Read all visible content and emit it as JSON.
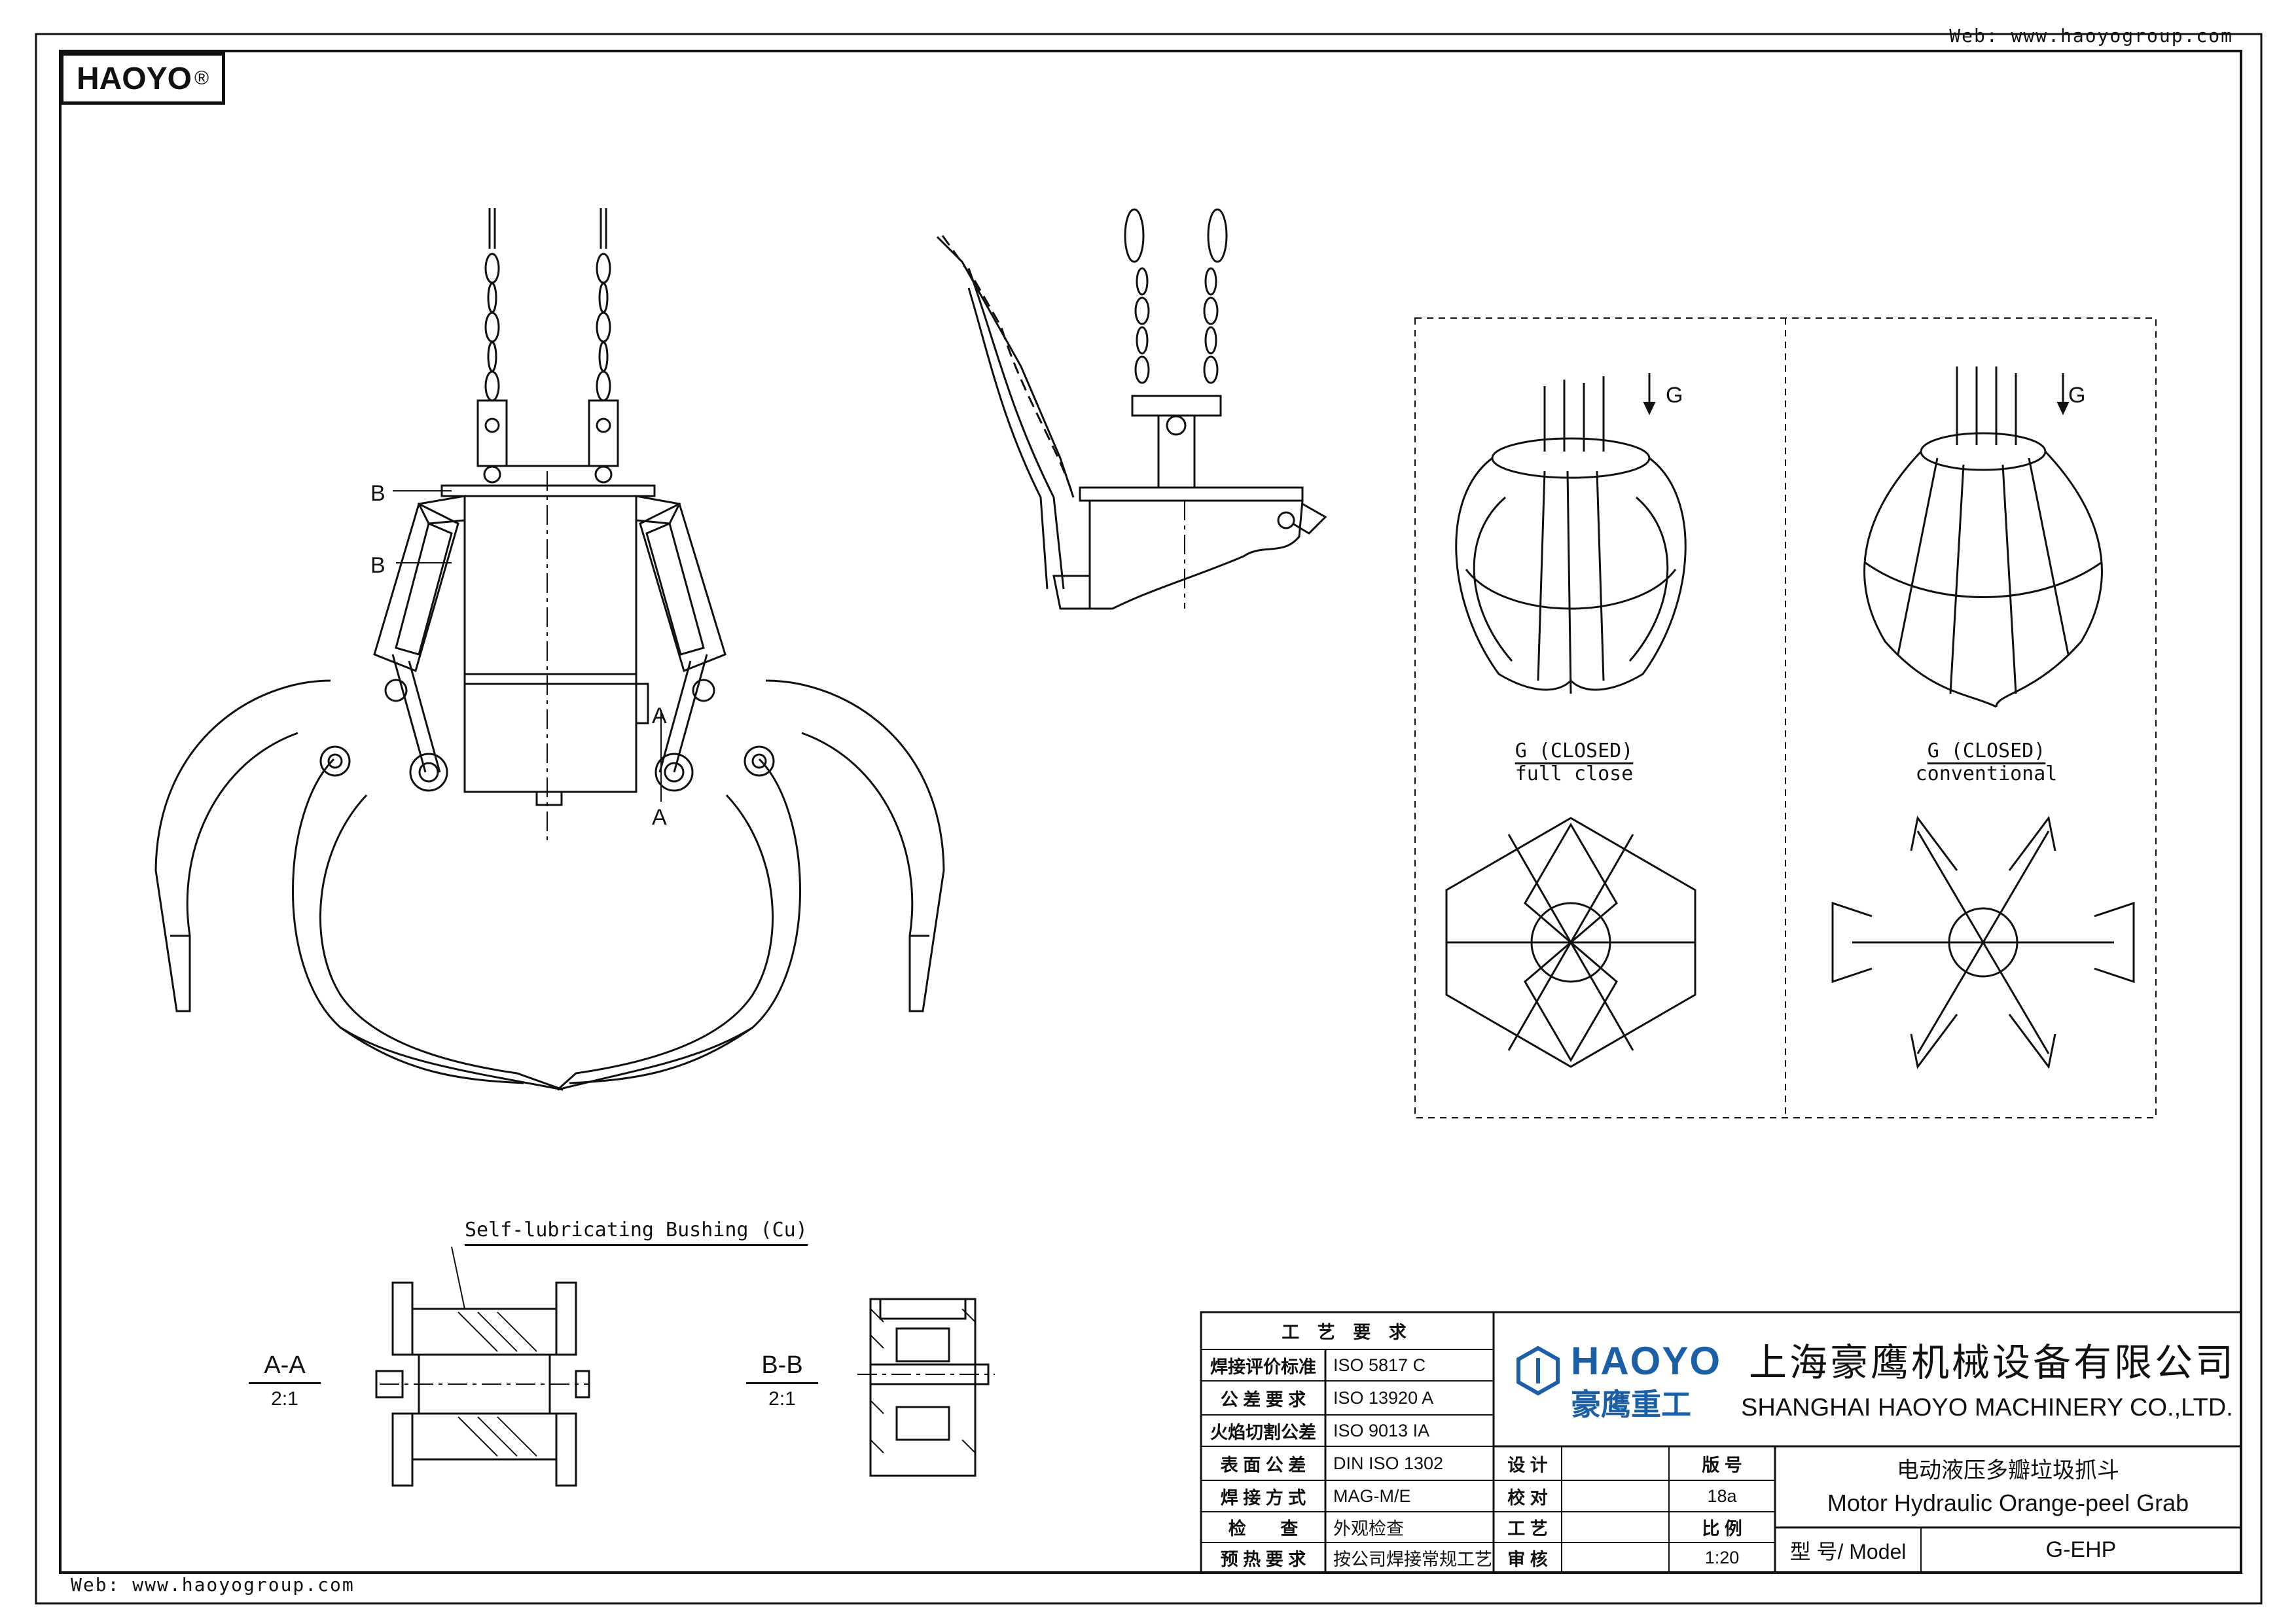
{
  "header": {
    "web_top": "Web: www.haoyogroup.com",
    "web_bottom": "Web: www.haoyogroup.com"
  },
  "logo": {
    "text": "HAOYO",
    "mark": "®"
  },
  "front_view": {
    "label_b1": "B",
    "label_b2": "B",
    "label_a1": "A",
    "label_a2": "A"
  },
  "iso_views": {
    "direction_label": "G",
    "left": {
      "title": "G  (CLOSED)",
      "subtitle": "full close"
    },
    "right": {
      "title": "G  (CLOSED)",
      "subtitle": "conventional"
    }
  },
  "details": {
    "bushing_label": "Self-lubricating Bushing (Cu)",
    "section_aa": {
      "name": "A-A",
      "scale": "2:1"
    },
    "section_bb": {
      "name": "B-B",
      "scale": "2:1"
    }
  },
  "title_block": {
    "process_header": "工 艺 要 求",
    "process_rows": [
      {
        "label": "焊接评价标准",
        "value": "ISO 5817 C"
      },
      {
        "label": "公 差 要 求",
        "value": "ISO 13920 A"
      },
      {
        "label": "火焰切割公差",
        "value": "ISO 9013 IA"
      },
      {
        "label": "表 面 公 差",
        "value": "DIN ISO 1302"
      },
      {
        "label": "焊 接 方 式",
        "value": "MAG-M/E"
      },
      {
        "label": "检       查",
        "value": "外观检查"
      },
      {
        "label": "预 热 要 求",
        "value": "按公司焊接常规工艺"
      }
    ],
    "sign_rows": [
      "设 计",
      "校 对",
      "工 艺",
      "审 核"
    ],
    "version_label": "版 号",
    "version_value": "18a",
    "ratio_label": "比 例",
    "ratio_value": "1:20",
    "brand_en": "HAOYO",
    "brand_cn": "豪鹰重工",
    "company_cn": "上海豪鹰机械设备有限公司",
    "company_en": "SHANGHAI HAOYO MACHINERY CO.,LTD.",
    "product_cn": "电动液压多瓣垃圾抓斗",
    "product_en": "Motor Hydraulic Orange-peel Grab",
    "model_label": "型 号/ Model",
    "model_value": "G-EHP"
  },
  "colors": {
    "ink": "#111111",
    "brand_blue": "#1b5fa6"
  }
}
